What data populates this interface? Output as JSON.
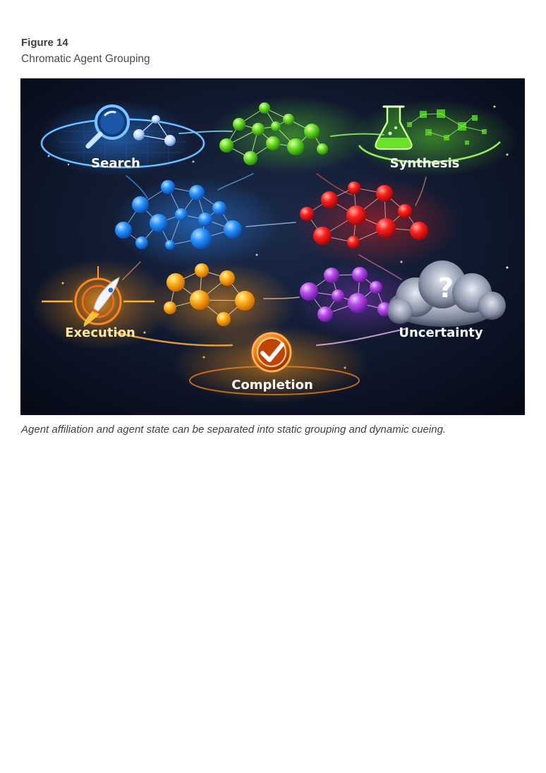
{
  "figure": {
    "number": "Figure 14",
    "title": "Chromatic Agent Grouping",
    "caption": "Agent affiliation and agent state can be separated into static grouping and dynamic cueing."
  },
  "diagram": {
    "labels": {
      "search": "Search",
      "synthesis": "Synthesis",
      "execution": "Execution",
      "uncertainty": "Uncertainty",
      "completion": "Completion",
      "question_mark": "?"
    },
    "colors": {
      "search": "#2f8cff",
      "synthesis": "#5fe02a",
      "execution": "#ff8a1a",
      "uncertainty": "#c8ccd8",
      "completion": "#ff7a1a",
      "blue_cluster": "#2a95ff",
      "red_cluster": "#ff2020",
      "orange_cluster": "#ffb020",
      "purple_cluster": "#b64ce8",
      "green_cluster": "#6de02a",
      "background": "#0d1428"
    }
  }
}
